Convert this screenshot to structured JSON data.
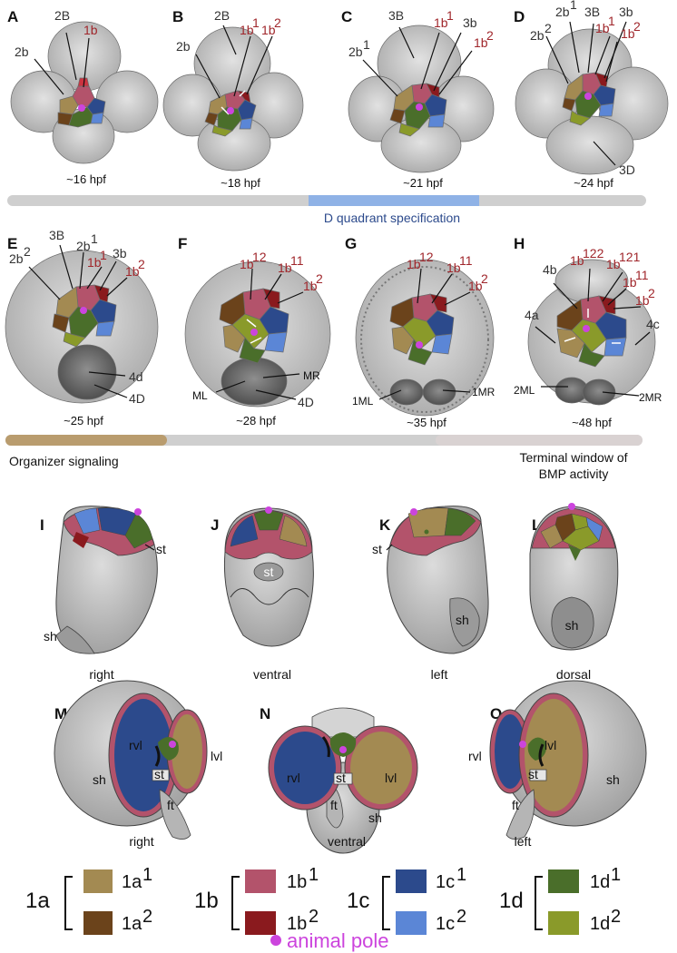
{
  "colors": {
    "1a1": "#a38a52",
    "1a2": "#6b431b",
    "1b1": "#b3536b",
    "1b2": "#8a1a1e",
    "1c1": "#2c4a8c",
    "1c2": "#5b86d6",
    "1d1": "#4a6e2a",
    "1d2": "#8a9a2a",
    "animal_pole": "#cc44dd",
    "embryo_gray": "#c9c9c9",
    "body_gray": "#c4c4c4",
    "label_red": "#a0262b",
    "bar_blue": "#8fb2e6",
    "bar_brown": "#b99c6e",
    "bar_gray": "#cfcfcf"
  },
  "panels": {
    "A": {
      "letter": "A",
      "stage": "~16 hpf",
      "labels": [
        "2b",
        "2B",
        "1b"
      ]
    },
    "B": {
      "letter": "B",
      "stage": "~18 hpf",
      "labels": [
        "2b",
        "2B",
        "1b",
        "1",
        "1b",
        "2"
      ]
    },
    "C": {
      "letter": "C",
      "stage": "~21 hpf",
      "labels": [
        "2b",
        "1",
        "3B",
        "1b",
        "1",
        "3b",
        "1b",
        "2"
      ]
    },
    "D": {
      "letter": "D",
      "stage": "~24 hpf",
      "labels": [
        "2b",
        "2",
        "2b",
        "1",
        "3B",
        "1b",
        "1",
        "3b",
        "1b",
        "2",
        "3D"
      ]
    },
    "E": {
      "letter": "E",
      "stage": "~25 hpf",
      "labels": [
        "2b",
        "2",
        "3B",
        "2b",
        "1",
        "1b",
        "1",
        "3b",
        "1b",
        "2",
        "4d",
        "4D"
      ]
    },
    "F": {
      "letter": "F",
      "stage": "~28 hpf",
      "labels": [
        "1b",
        "12",
        "1b",
        "11",
        "1b",
        "2",
        "MR",
        "ML",
        "4D"
      ]
    },
    "G": {
      "letter": "G",
      "stage": "~35 hpf",
      "labels": [
        "1b",
        "12",
        "1b",
        "11",
        "1b",
        "2",
        "1ML",
        "1MR"
      ]
    },
    "H": {
      "letter": "H",
      "stage": "~48 hpf",
      "labels": [
        "4b",
        "1b",
        "122",
        "1b",
        "121",
        "1b",
        "11",
        "1b",
        "2",
        "4a",
        "4c",
        "2ML",
        "2MR"
      ]
    },
    "I": {
      "letter": "I",
      "view": "right",
      "labels": [
        "st",
        "sh"
      ]
    },
    "J": {
      "letter": "J",
      "view": "ventral",
      "labels": [
        "st"
      ]
    },
    "K": {
      "letter": "K",
      "view": "left",
      "labels": [
        "st",
        "sh"
      ]
    },
    "L": {
      "letter": "L",
      "view": "dorsal",
      "labels": [
        "sh"
      ]
    },
    "M": {
      "letter": "M",
      "view": "right",
      "labels": [
        "rvl",
        "sh",
        "st",
        "ft",
        "lvl"
      ]
    },
    "N": {
      "letter": "N",
      "view": "ventral",
      "labels": [
        "rvl",
        "lvl",
        "st",
        "ft",
        "sh"
      ]
    },
    "O": {
      "letter": "O",
      "view": "left",
      "labels": [
        "rvl",
        "lvl",
        "sh",
        "st",
        "ft"
      ]
    }
  },
  "bars": {
    "top": {
      "label": "D quadrant specification"
    },
    "middle": {
      "left_label": "Organizer signaling",
      "right_label_1": "Terminal window of",
      "right_label_2": "BMP activity"
    }
  },
  "legend": {
    "groups": [
      {
        "name": "1a",
        "items": [
          {
            "base": "1a",
            "sup": "1",
            "color": "#a38a52"
          },
          {
            "base": "1a",
            "sup": "2",
            "color": "#6b431b"
          }
        ]
      },
      {
        "name": "1b",
        "items": [
          {
            "base": "1b",
            "sup": "1",
            "color": "#b3536b"
          },
          {
            "base": "1b",
            "sup": "2",
            "color": "#8a1a1e"
          }
        ]
      },
      {
        "name": "1c",
        "items": [
          {
            "base": "1c",
            "sup": "1",
            "color": "#2c4a8c"
          },
          {
            "base": "1c",
            "sup": "2",
            "color": "#5b86d6"
          }
        ]
      },
      {
        "name": "1d",
        "items": [
          {
            "base": "1d",
            "sup": "1",
            "color": "#4a6e2a"
          },
          {
            "base": "1d",
            "sup": "2",
            "color": "#8a9a2a"
          }
        ]
      }
    ],
    "animal_pole_label": "animal pole"
  }
}
